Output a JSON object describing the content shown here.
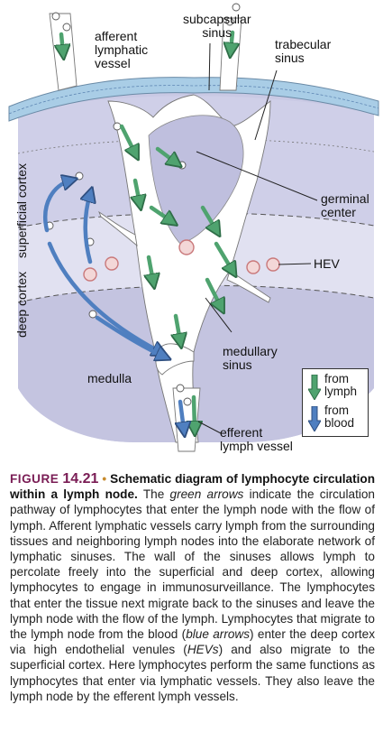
{
  "labels": {
    "afferent": "afferent\nlymphatic\nvessel",
    "subcapsular": "subcapsular\nsinus",
    "trabecular": "trabecular\nsinus",
    "germinal": "germinal\ncenter",
    "hev": "HEV",
    "superficial_cortex": "superficial cortex",
    "deep_cortex": "deep cortex",
    "medulla": "medulla",
    "medullary": "medullary\nsinus",
    "efferent": "efferent\nlymph vessel"
  },
  "legend": {
    "green_label": "from\nlymph",
    "blue_label": "from\nblood",
    "green_color": "#4fa36f",
    "blue_color": "#4f7fc0"
  },
  "colors": {
    "capsule": "#a9cde6",
    "cortex_outer": "#d6d6ec",
    "cortex_inner": "#b9b9da",
    "deep": "#dcdcef",
    "medulla": "#c0c0de",
    "sinus": "#ffffff",
    "hev": "#c9787a"
  },
  "caption": {
    "figure": "FIGURE",
    "number": "14.21",
    "bullet": "•",
    "title": "Schematic diagram of lymphocyte circulation within a lymph node.",
    "p1": "The",
    "green_arrows": "green arrows",
    "p2": "indicate the circulation pathway of lymphocytes that enter the lymph node with the flow of lymph. Afferent lymphatic vessels carry lymph from the surrounding tissues and neighboring lymph nodes into the elaborate network of lymphatic sinuses. The wall of the sinuses allows lymph to percolate freely into the superficial and deep cortex, allowing lymphocytes to engage in immunosurveillance. The lymphocytes that enter the tissue next migrate back to the sinuses and leave the lymph node with the flow of the lymph. Lymphocytes that migrate to the lymph node from the blood (",
    "blue_arrows": "blue arrows",
    "p3": ") enter the deep cortex via high endothelial venules (",
    "hevs": "HEVs",
    "p4": ") and also migrate to the superficial cortex. Here lymphocytes perform the same functions as lymphocytes that enter via lymphatic vessels. They also leave the lymph node by the efferent lymph vessels."
  }
}
